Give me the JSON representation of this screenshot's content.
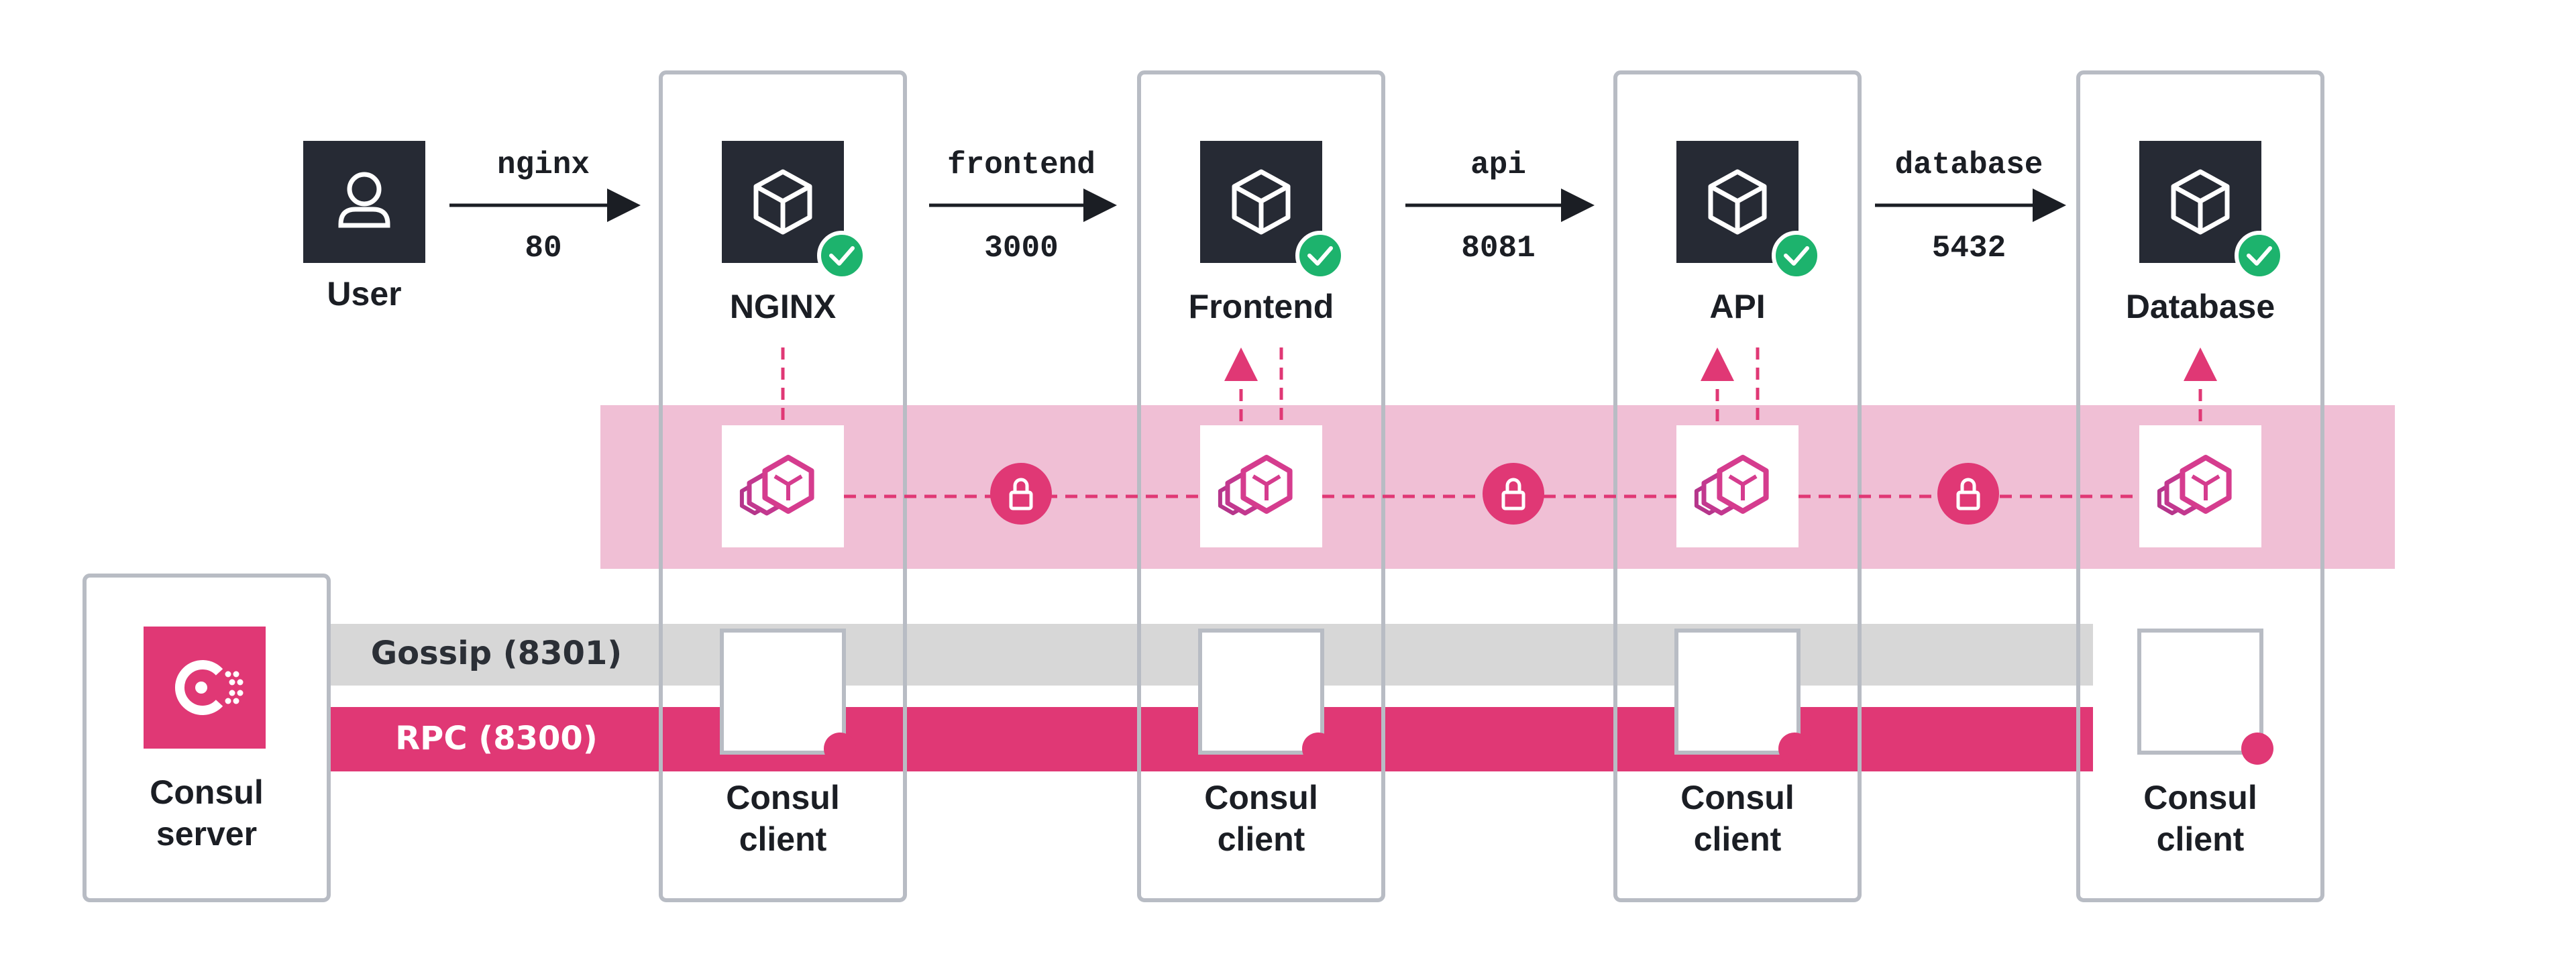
{
  "colors": {
    "pink": "#e03875",
    "pink_band": "#f0bfd5",
    "gossip_gray": "#d7d7d7",
    "box_border": "#b8bcc4",
    "dark_tile": "#262a34",
    "check_green": "#1db36d",
    "text": "#1b1e24"
  },
  "user": {
    "label": "User",
    "icon": "user-icon"
  },
  "connections": [
    {
      "name": "nginx",
      "port": "80"
    },
    {
      "name": "frontend",
      "port": "3000"
    },
    {
      "name": "api",
      "port": "8081"
    },
    {
      "name": "database",
      "port": "5432"
    }
  ],
  "services": [
    {
      "label": "NGINX",
      "icon": "cube-icon",
      "proxy_icon": "envoy-icon"
    },
    {
      "label": "Frontend",
      "icon": "cube-icon",
      "proxy_icon": "envoy-icon"
    },
    {
      "label": "API",
      "icon": "cube-icon",
      "proxy_icon": "envoy-icon"
    },
    {
      "label": "Database",
      "icon": "cube-icon",
      "proxy_icon": "envoy-icon"
    }
  ],
  "client": {
    "line1": "Consul",
    "line2": "client"
  },
  "server": {
    "line1": "Consul",
    "line2": "server",
    "icon": "consul-logo-icon"
  },
  "bands": {
    "gossip": "Gossip (8301)",
    "rpc": "RPC (8300)"
  },
  "mtls_icon": "lock-icon"
}
